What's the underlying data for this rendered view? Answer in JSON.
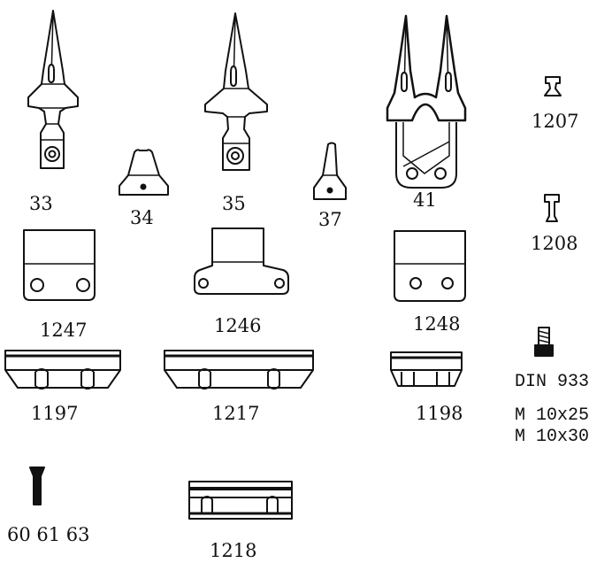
{
  "parts": {
    "guard_33": "33",
    "section_34": "34",
    "guard_35": "35",
    "section_37": "37",
    "guard_41": "41",
    "bolt_1207": "1207",
    "bolt_1208": "1208",
    "plate_1247": "1247",
    "plate_1246": "1246",
    "plate_1248": "1248",
    "bar_1197": "1197",
    "bar_1217": "1217",
    "bar_1198": "1198",
    "screw_standard": "DIN 933",
    "screw_size_1": "M 10x25",
    "screw_size_2": "M 10x30",
    "rivet_numbers": "60 61 63",
    "bar_1218": "1218"
  },
  "colors": {
    "ink": "#111111",
    "paper": "#ffffff"
  }
}
